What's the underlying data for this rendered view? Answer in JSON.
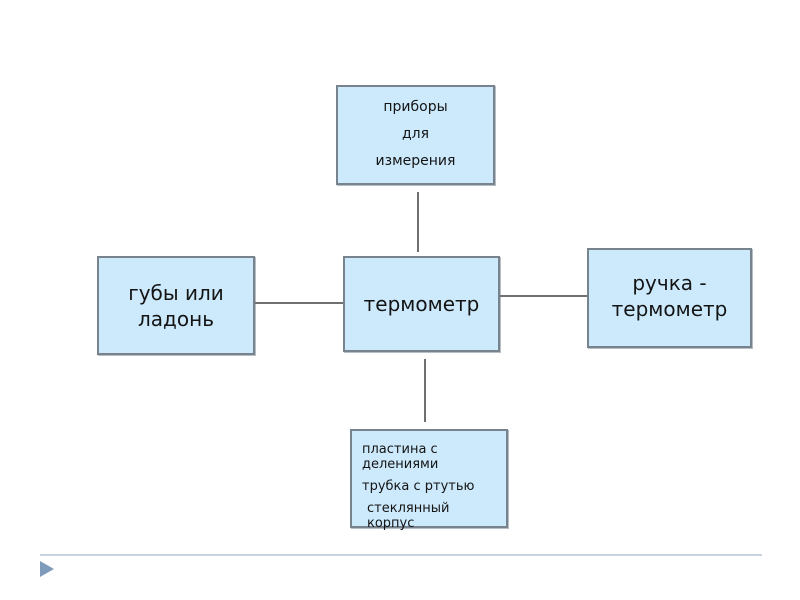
{
  "diagram": {
    "top_box": {
      "lines": [
        "приборы",
        "для",
        "измерения"
      ]
    },
    "center_box": {
      "label": "термометр"
    },
    "left_box": {
      "lines": [
        "губы или",
        "ладонь"
      ]
    },
    "right_box": {
      "lines": [
        "ручка -",
        "термометр"
      ]
    },
    "bottom_box": {
      "items": [
        "пластина с делениями",
        "трубка с ртутью",
        "стеклянный корпус"
      ]
    }
  },
  "footer": {
    "bullet_icon": "triangle-right"
  },
  "colors": {
    "background": "#ffffff",
    "node_fill": "#cdeafc",
    "node_border": "#78838d",
    "connector": "#707070",
    "footer_rule": "#c7d2e0",
    "bullet": "#7e9bb9",
    "text": "#141414"
  }
}
